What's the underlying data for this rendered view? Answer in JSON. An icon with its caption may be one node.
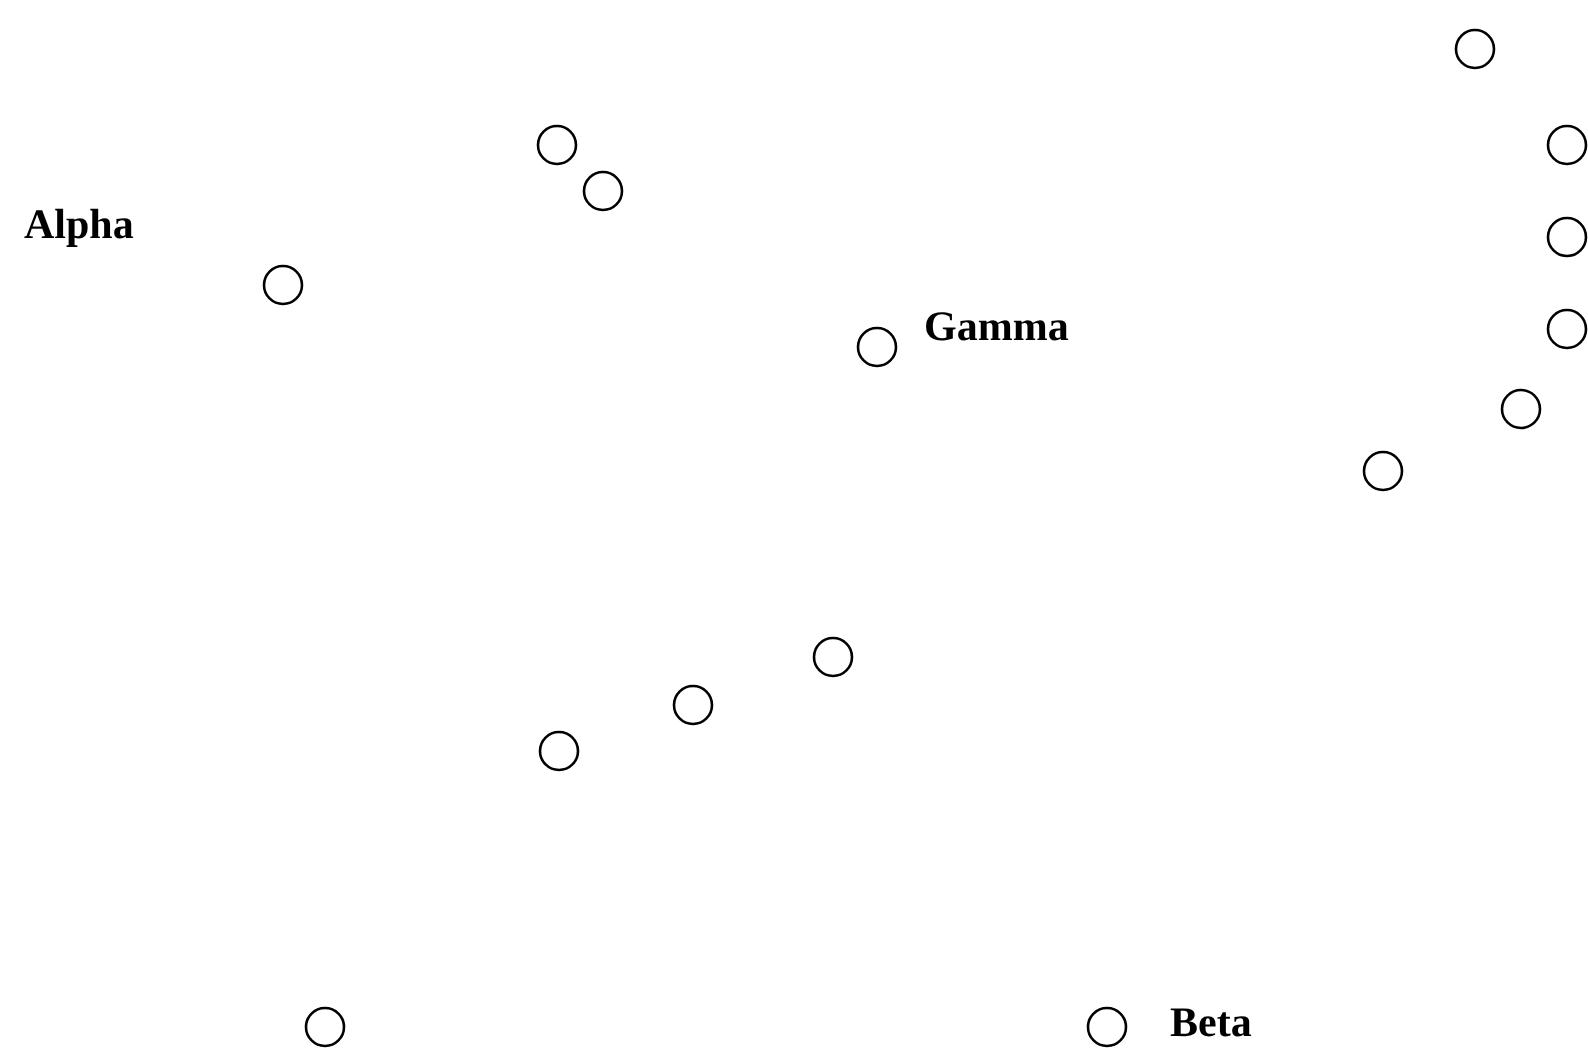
{
  "diagram": {
    "nodes": [
      {
        "text": [],
        "shape": "circle"
      },
      {
        "text": [],
        "shape": "circle"
      },
      {
        "text": [],
        "shape": "circle"
      },
      {
        "text": [],
        "shape": "circle"
      },
      {
        "text": [],
        "shape": "circle"
      },
      {
        "text": [],
        "shape": "circle",
        "beside": [
          "Alpha"
        ]
      },
      {
        "text": [],
        "shape": "circle"
      },
      {
        "text": [],
        "shape": "circle",
        "beside": [
          "Gamma"
        ]
      },
      {
        "text": [],
        "shape": "circle"
      },
      {
        "text": [],
        "shape": "circle"
      },
      {
        "text": [],
        "shape": "circle"
      },
      {
        "text": [],
        "shape": "circle"
      },
      {
        "text": [],
        "shape": "circle"
      },
      {
        "text": [],
        "shape": "circle"
      },
      {
        "text": [],
        "shape": "circle",
        "beside": [
          "Beta"
        ]
      }
    ]
  }
}
